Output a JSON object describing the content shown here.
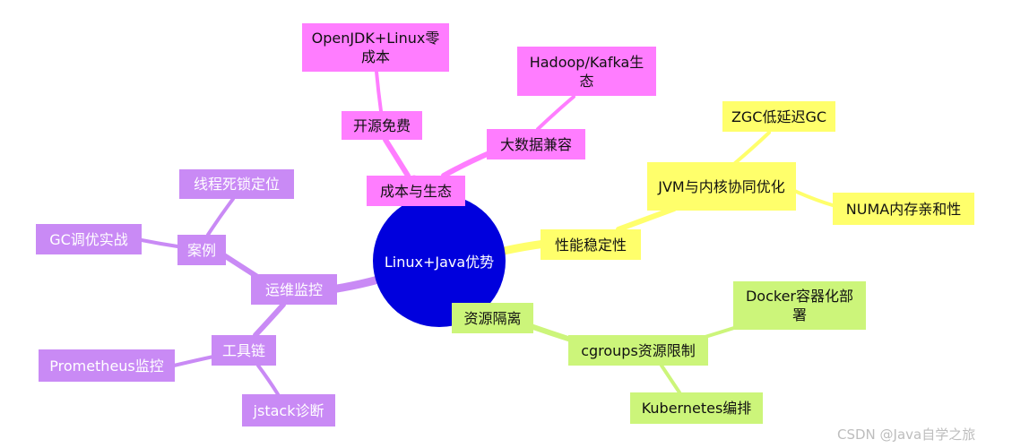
{
  "root": {
    "label": "Linux+Java优势",
    "color": "#0000dd"
  },
  "branches": {
    "cost": {
      "label": "成本与生态",
      "color": "#ff7dff",
      "children": {
        "open_source": {
          "label": "开源免费",
          "leaf": "OpenJDK+Linux零成本"
        },
        "big_data": {
          "label": "大数据兼容",
          "leaf": "Hadoop/Kafka生态"
        }
      }
    },
    "performance": {
      "label": "性能稳定性",
      "color": "#ffff6b",
      "children": {
        "jvm": {
          "label": "JVM与内核协同优化",
          "leaves": [
            "ZGC低延迟GC",
            "NUMA内存亲和性"
          ]
        }
      }
    },
    "resource": {
      "label": "资源隔离",
      "color": "#ccf57a",
      "children": {
        "cgroups": {
          "label": "cgroups资源限制",
          "leaves": [
            "Docker容器化部署",
            "Kubernetes编排"
          ]
        }
      }
    },
    "ops": {
      "label": "运维监控",
      "color": "#c98af5",
      "children": {
        "cases": {
          "label": "案例",
          "leaves": [
            "线程死锁定位",
            "GC调优实战"
          ]
        },
        "tools": {
          "label": "工具链",
          "leaves": [
            "Prometheus监控",
            "jstack诊断"
          ]
        }
      }
    }
  },
  "watermark": "CSDN @Java自学之旅"
}
